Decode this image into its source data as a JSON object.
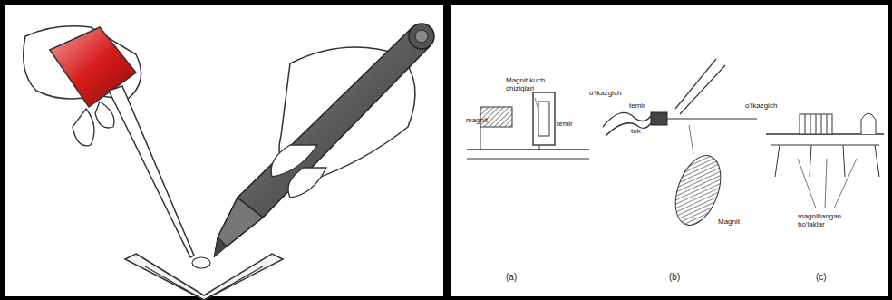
{
  "diagram": {
    "labels": [
      "magnit",
      "Magnit kuch chiziqlari",
      "temir",
      "o'tkazgich",
      "temir",
      "tok",
      "Magnit",
      "o'tkazgich",
      "magnitlangan bo'laklar",
      "(a)",
      "(b)",
      "(c)"
    ]
  }
}
